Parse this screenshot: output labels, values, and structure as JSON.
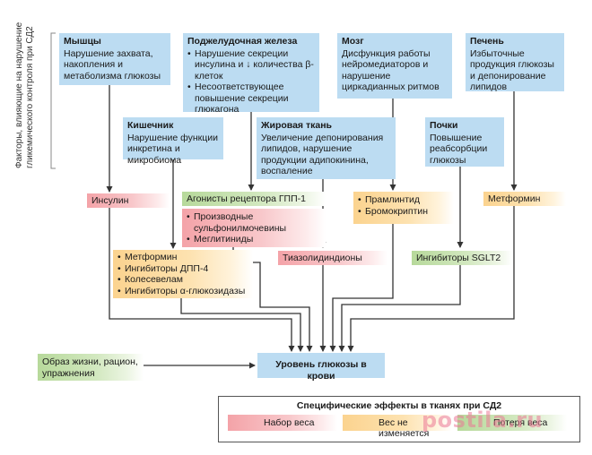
{
  "side_label": "Факторы, влияющие на нарушение гликемического контроля при СД2",
  "organs": {
    "muscles": {
      "title": "Мышцы",
      "desc": "Нарушение захвата, накопления и метаболизма глюкозы"
    },
    "pancreas": {
      "title": "Поджелудочная железа",
      "items": [
        "Нарушение секреции инсулина и ↓ количества β-клеток",
        "Несоответствующее повышение секреции глюкагона"
      ]
    },
    "brain": {
      "title": "Мозг",
      "desc": "Дисфункция работы нейромедиаторов и нарушение циркадианных ритмов"
    },
    "liver": {
      "title": "Печень",
      "desc": "Избыточные продукция глюкозы и депонирование липидов"
    },
    "intestine": {
      "title": "Кишечник",
      "desc": "Нарушение функции инкретина и микробиома"
    },
    "adipose": {
      "title": "Жировая ткань",
      "desc": "Увеличение депонирования липидов, нарушение продукции адипокинина, воспаление"
    },
    "kidney": {
      "title": "Почки",
      "desc": "Повышение реабсорбции глюкозы"
    }
  },
  "drugs": {
    "insulin": "Инсулин",
    "glp1": "Агонисты рецептора ГПП-1",
    "sulfonyl": [
      "Производные сульфонилмочевины",
      "Меглитиниды"
    ],
    "pramlintide": [
      "Прамлинтид",
      "Бромокриптин"
    ],
    "metformin_liver": "Метформин",
    "gut_drugs": [
      "Метформин",
      "Ингибиторы ДПП-4",
      "Колесевелам",
      "Ингибиторы α-глюкозидазы"
    ],
    "tzd": "Тиазолидиндионы",
    "sglt2": "Ингибиторы SGLT2"
  },
  "lifestyle": "Образ жизни, рацион, упражнения",
  "glucose": "Уровень глюкозы в крови",
  "legend": {
    "title": "Специфические эффекты в тканях при СД2",
    "items": [
      {
        "label": "Набор веса",
        "color": "#f4a3a8"
      },
      {
        "label": "Вес не изменяется",
        "color": "#fbd38f"
      },
      {
        "label": "Потеря веса",
        "color": "#b7d99b"
      }
    ]
  },
  "colors": {
    "organ": "#bcdcf2",
    "arrow": "#333333"
  },
  "watermark": "postila.ru"
}
